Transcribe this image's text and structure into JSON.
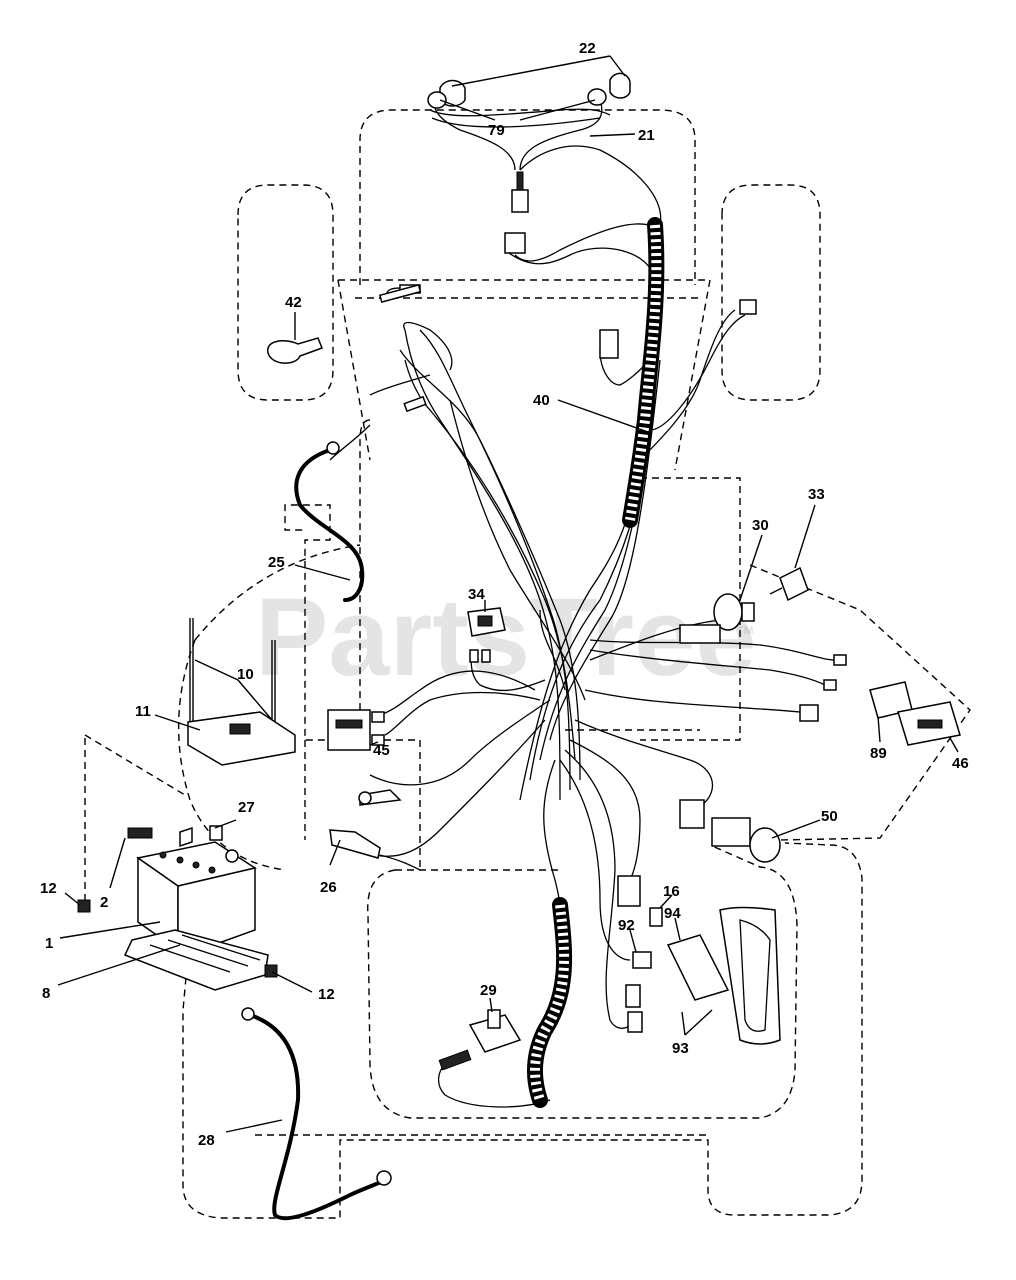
{
  "watermark": {
    "text": "PartsTree",
    "trademark": "™"
  },
  "callouts": {
    "c22": "22",
    "c79": "79",
    "c21": "21",
    "c42": "42",
    "c40": "40",
    "c33": "33",
    "c30": "30",
    "c25": "25",
    "c34": "34",
    "c10": "10",
    "c11": "11",
    "c89": "89",
    "c46": "46",
    "c45": "45",
    "c27": "27",
    "c50": "50",
    "c12a": "12",
    "c2": "2",
    "c26": "26",
    "c16": "16",
    "c92": "92",
    "c94": "94",
    "c1": "1",
    "c8": "8",
    "c12b": "12",
    "c29": "29",
    "c93": "93",
    "c28": "28"
  }
}
